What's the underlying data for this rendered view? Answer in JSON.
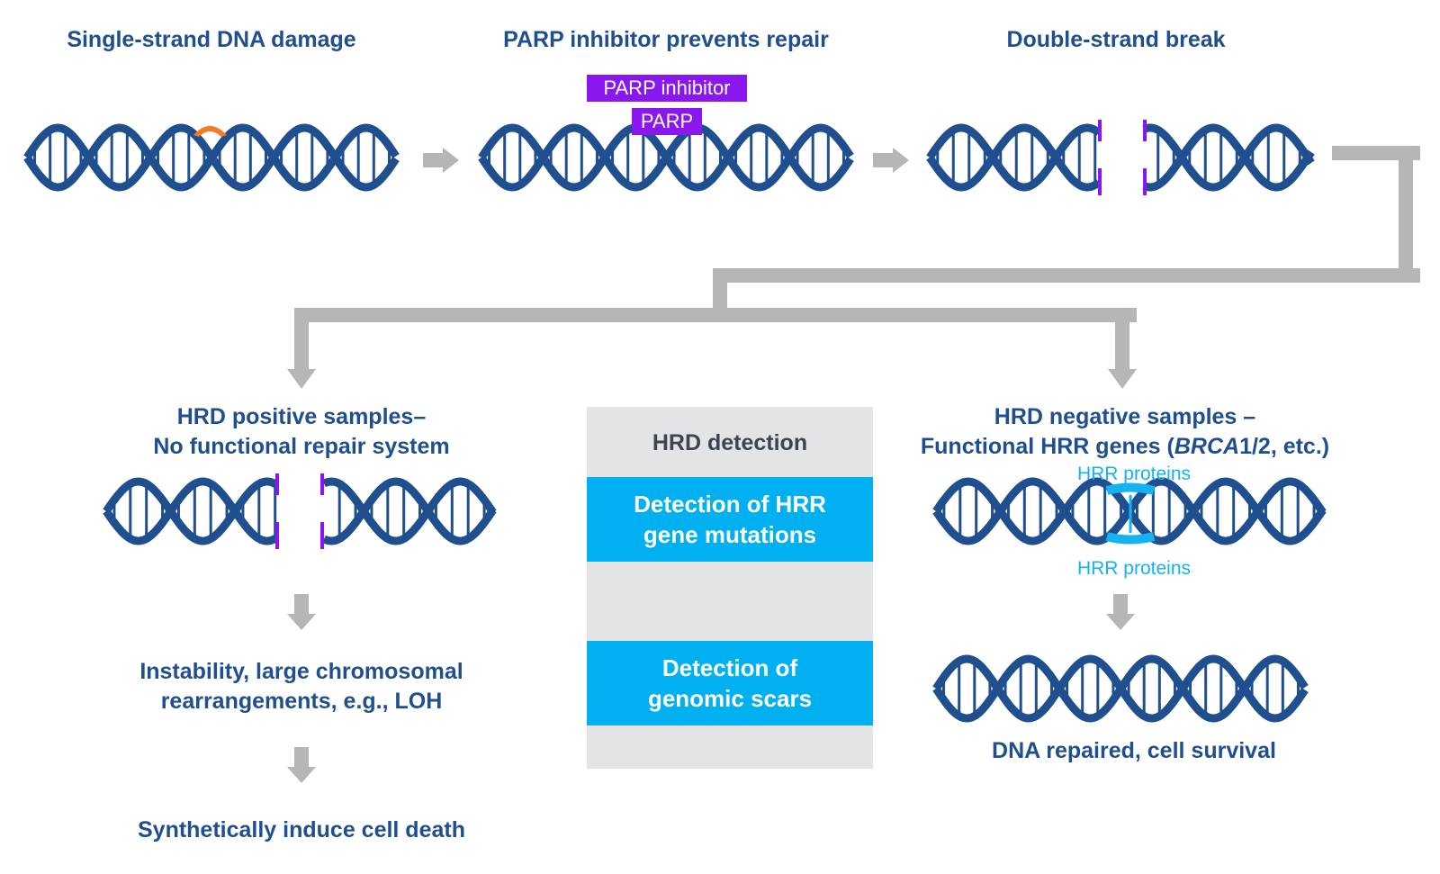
{
  "top_row": {
    "step1": "Single-strand DNA damage",
    "step2": "PARP inhibitor prevents repair",
    "step3": "Double-strand break",
    "parp_inhibitor_label": "PARP inhibitor",
    "parp_label": "PARP"
  },
  "left_branch": {
    "title_line1": "HRD positive samples–",
    "title_line2": "No functional repair system",
    "outcome1_line1": "Instability, large chromosomal",
    "outcome1_line2": "rearrangements, e.g., LOH",
    "outcome2": "Synthetically induce cell death"
  },
  "right_branch": {
    "title_line1": "HRD negative samples –",
    "title_line2_pre": "Functional HRR genes (",
    "title_line2_italic": "BRCA",
    "title_line2_post": "1/2, etc.)",
    "hrr_proteins_top": "HRR proteins",
    "hrr_proteins_bottom": "HRR proteins",
    "outcome": "DNA repaired, cell survival"
  },
  "panel": {
    "title": "HRD detection",
    "box1_line1": "Detection of HRR",
    "box1_line2": "gene mutations",
    "box2_line1": "Detection of",
    "box2_line2": "genomic scars"
  },
  "colors": {
    "dna_blue": "#1f4f8f",
    "accent_purple": "#8a17f0",
    "damage_orange": "#f47b20",
    "hrr_cyan": "#14b2f0",
    "arrow_gray": "#b5b7b4",
    "panel_gray": "#e3e4e6",
    "panel_box_blue": "#00b0f0"
  }
}
